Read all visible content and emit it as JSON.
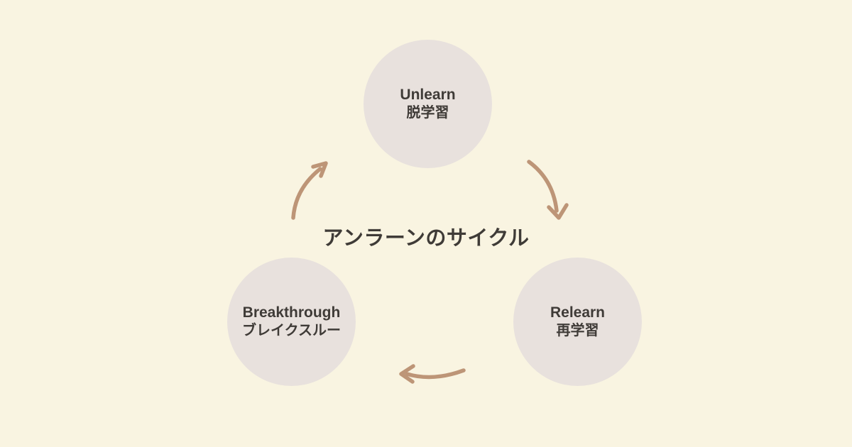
{
  "title": "アンラーンのサイクル",
  "nodes": [
    {
      "en": "Unlearn",
      "ja": "脱学習"
    },
    {
      "en": "Relearn",
      "ja": "再学習"
    },
    {
      "en": "Breakthrough",
      "ja": "ブレイクスルー"
    }
  ],
  "cycle": {
    "type": "cycle-diagram",
    "direction": "clockwise",
    "arrows": [
      {
        "from": "Unlearn",
        "to": "Relearn"
      },
      {
        "from": "Relearn",
        "to": "Breakthrough"
      },
      {
        "from": "Breakthrough",
        "to": "Unlearn"
      }
    ]
  },
  "colors": {
    "background": "#f9f4e1",
    "circle": "#e8e1dd",
    "text": "#3f3b37",
    "arrow": "#bd9577"
  }
}
